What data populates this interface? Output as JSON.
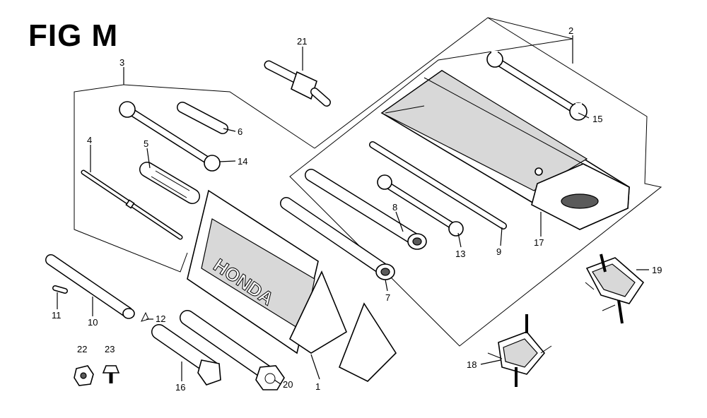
{
  "figure": {
    "title": "FIG M"
  },
  "kit_text": {
    "bag_brand": "HONDA"
  },
  "callouts": {
    "c1": "1",
    "c2": "2",
    "c3": "3",
    "c4": "4",
    "c5": "5",
    "c6": "6",
    "c7": "7",
    "c8": "8",
    "c9": "9",
    "c10": "10",
    "c11": "11",
    "c12": "12",
    "c13": "13",
    "c14": "14",
    "c15": "15",
    "c16": "16",
    "c17": "17",
    "c18": "18",
    "c19": "19",
    "c20": "20",
    "c21": "21",
    "c22": "22",
    "c23": "23"
  }
}
